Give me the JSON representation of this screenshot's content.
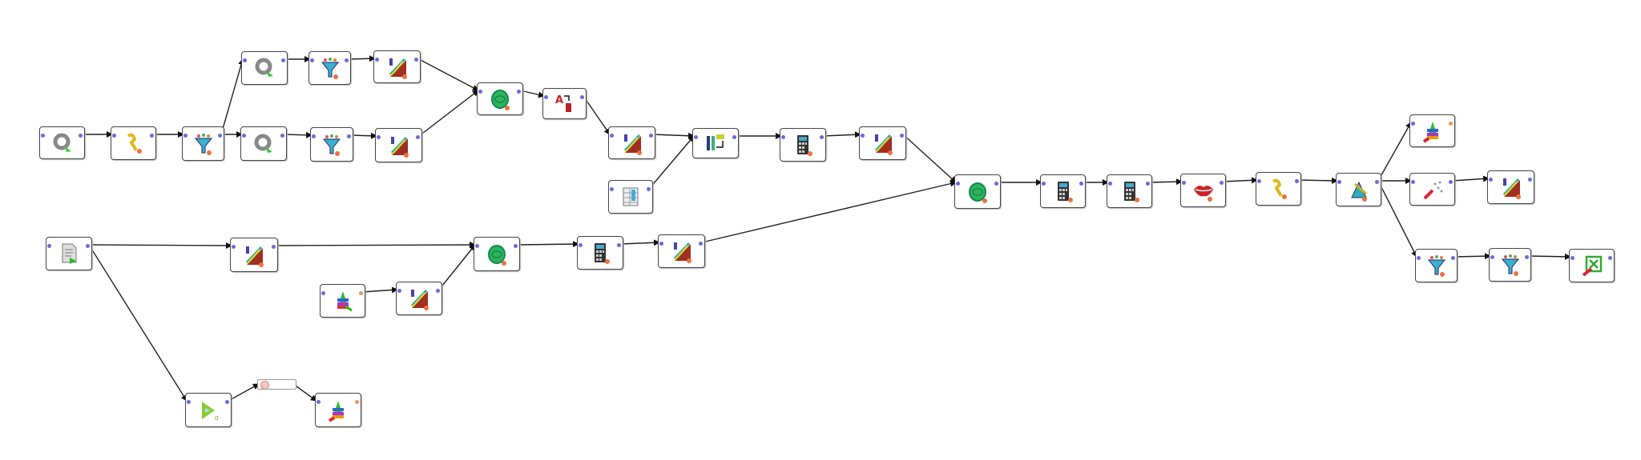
{
  "canvas": {
    "name": "process-canvas"
  },
  "colors": {
    "edge": "#222222",
    "port": "#6a6adf",
    "node_border": "#444444"
  },
  "nodes": [
    {
      "id": "n1",
      "icon": "read-database-icon"
    },
    {
      "id": "n2",
      "icon": "select-attributes-icon"
    },
    {
      "id": "n3",
      "icon": "filter-examples-icon"
    },
    {
      "id": "a",
      "icon": "read-database-icon"
    },
    {
      "id": "b",
      "icon": "filter-examples-icon"
    },
    {
      "id": "c",
      "icon": "generate-attributes-icon"
    },
    {
      "id": "n4",
      "icon": "read-database-icon"
    },
    {
      "id": "n5",
      "icon": "filter-examples-icon"
    },
    {
      "id": "n6",
      "icon": "generate-attributes-icon"
    },
    {
      "id": "d",
      "icon": "join-icon"
    },
    {
      "id": "e",
      "icon": "rename-icon"
    },
    {
      "id": "n7",
      "icon": "generate-attributes-icon"
    },
    {
      "id": "n9",
      "icon": "set-role-icon"
    },
    {
      "id": "n8",
      "icon": "pivot-icon"
    },
    {
      "id": "n10",
      "icon": "calculator-icon"
    },
    {
      "id": "n11",
      "icon": "generate-attributes-icon"
    },
    {
      "id": "r1",
      "icon": "read-csv-icon"
    },
    {
      "id": "r2",
      "icon": "generate-attributes-icon"
    },
    {
      "id": "r6",
      "icon": "retrieve-icon"
    },
    {
      "id": "r7",
      "icon": "generate-attributes-icon"
    },
    {
      "id": "r3",
      "icon": "join-icon"
    },
    {
      "id": "r4",
      "icon": "calculator-icon"
    },
    {
      "id": "r5",
      "icon": "generate-attributes-icon"
    },
    {
      "id": "r8",
      "icon": "loop-icon"
    },
    {
      "id": "r9",
      "icon": "connector-icon"
    },
    {
      "id": "r10",
      "icon": "store-icon"
    },
    {
      "id": "m1",
      "icon": "join-icon"
    },
    {
      "id": "m2",
      "icon": "calculator-icon"
    },
    {
      "id": "m3",
      "icon": "calculator-icon"
    },
    {
      "id": "m4",
      "icon": "lips-icon"
    },
    {
      "id": "m5",
      "icon": "select-attributes-icon"
    },
    {
      "id": "m6",
      "icon": "apply-model-icon"
    },
    {
      "id": "m7",
      "icon": "store-icon"
    },
    {
      "id": "m8",
      "icon": "sparkle-icon"
    },
    {
      "id": "m9",
      "icon": "generate-attributes-icon"
    },
    {
      "id": "m10",
      "icon": "filter-examples-icon"
    },
    {
      "id": "m11",
      "icon": "filter-examples-icon"
    },
    {
      "id": "m12",
      "icon": "write-excel-icon"
    }
  ],
  "edges": [
    [
      "n1",
      "n2"
    ],
    [
      "n2",
      "n3"
    ],
    [
      "n3",
      "n4"
    ],
    [
      "n3",
      "a"
    ],
    [
      "a",
      "b"
    ],
    [
      "b",
      "c"
    ],
    [
      "c",
      "d"
    ],
    [
      "n4",
      "n5"
    ],
    [
      "n5",
      "n6"
    ],
    [
      "n6",
      "d"
    ],
    [
      "d",
      "e"
    ],
    [
      "e",
      "n7"
    ],
    [
      "n7",
      "n8"
    ],
    [
      "n9",
      "n8"
    ],
    [
      "n8",
      "n10"
    ],
    [
      "n10",
      "n11"
    ],
    [
      "n11",
      "m1"
    ],
    [
      "r1",
      "r2"
    ],
    [
      "r2",
      "r3"
    ],
    [
      "r6",
      "r7"
    ],
    [
      "r7",
      "r3"
    ],
    [
      "r3",
      "r4"
    ],
    [
      "r4",
      "r5"
    ],
    [
      "r5",
      "m1"
    ],
    [
      "r1",
      "r8"
    ],
    [
      "r8",
      "r9"
    ],
    [
      "r9",
      "r10"
    ],
    [
      "m1",
      "m2"
    ],
    [
      "m2",
      "m3"
    ],
    [
      "m3",
      "m4"
    ],
    [
      "m4",
      "m5"
    ],
    [
      "m5",
      "m6"
    ],
    [
      "m6",
      "m7"
    ],
    [
      "m6",
      "m8"
    ],
    [
      "m8",
      "m9"
    ],
    [
      "m6",
      "m10"
    ],
    [
      "m10",
      "m11"
    ],
    [
      "m11",
      "m12"
    ]
  ]
}
